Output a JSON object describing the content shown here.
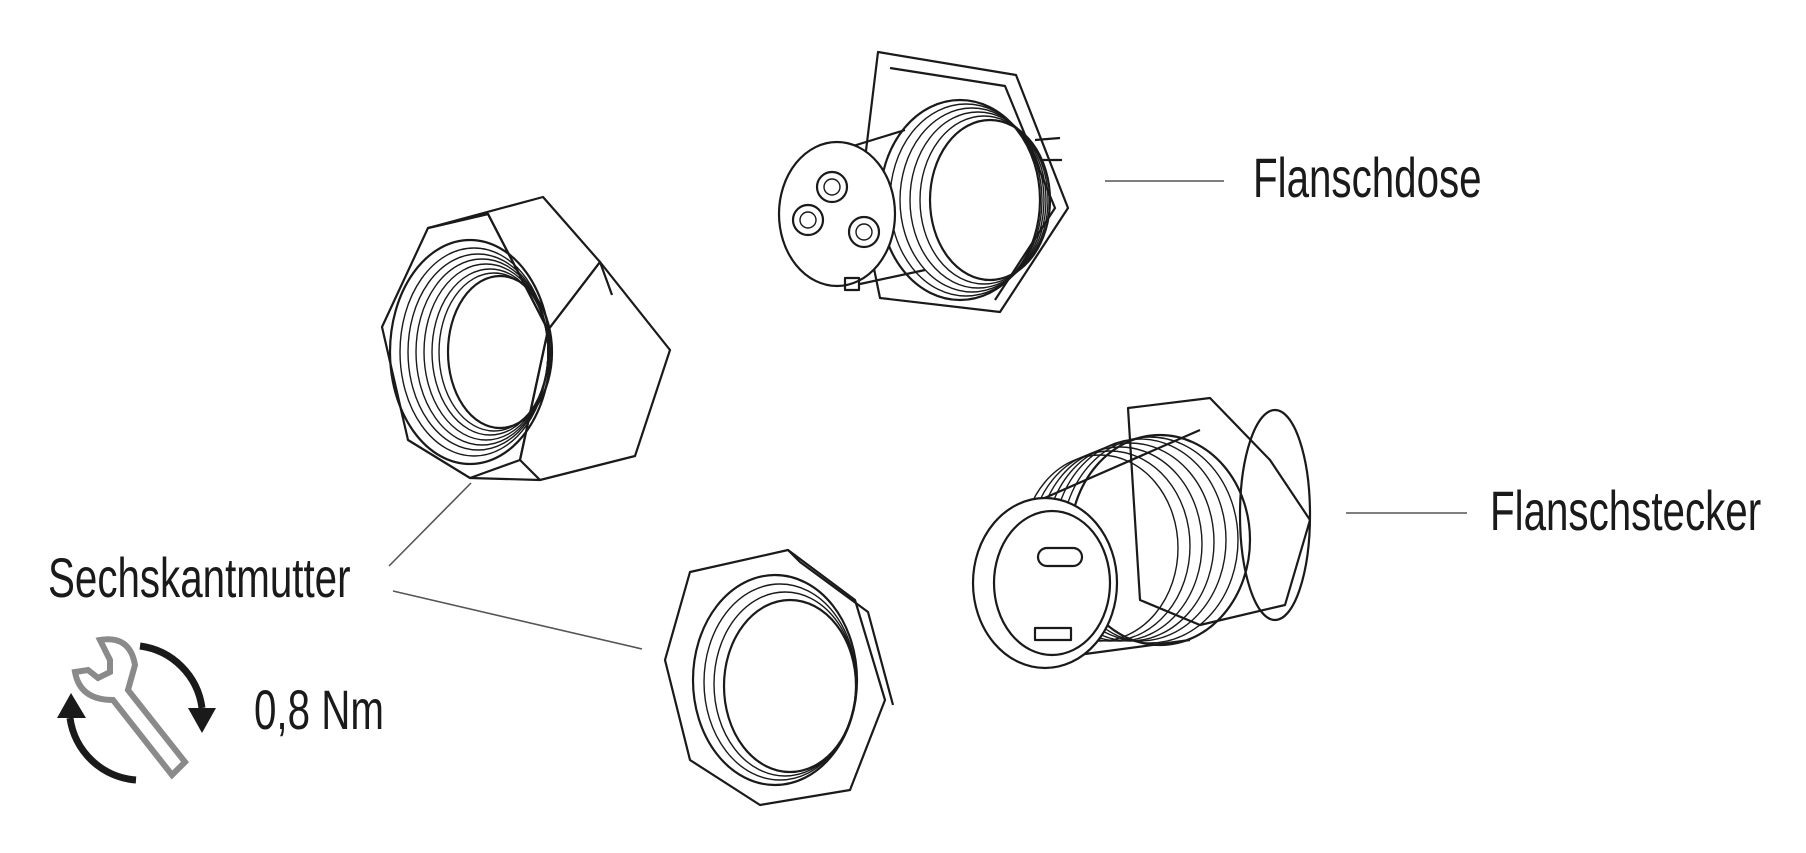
{
  "labels": {
    "flanschdose": "Flanschdose",
    "flanschstecker": "Flanschstecker",
    "sechskantmutter": "Sechskantmutter"
  },
  "torque": {
    "value": "0,8 Nm",
    "icon": "wrench-rotate-icon"
  },
  "colors": {
    "line": "#1a1a1a",
    "leader": "#555555",
    "wrench": "#8a8a8a"
  }
}
